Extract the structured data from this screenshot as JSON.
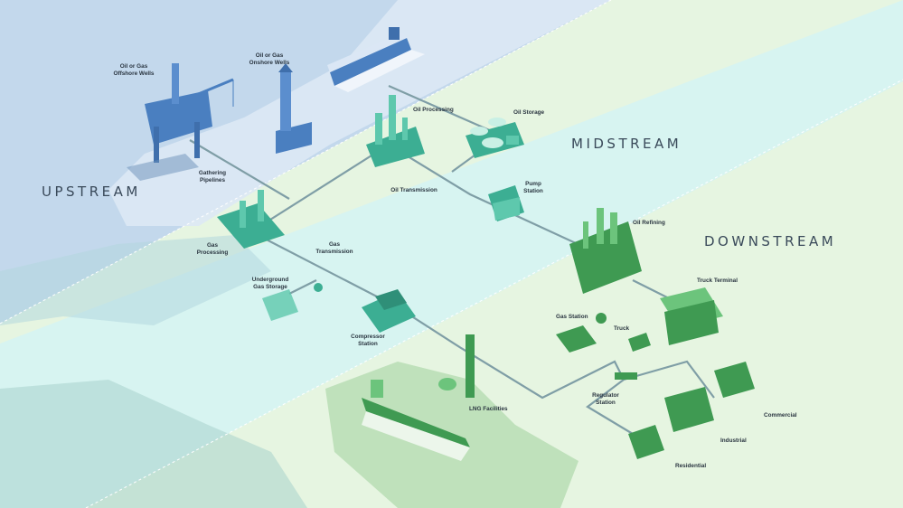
{
  "zones": {
    "upstream": "UPSTREAM",
    "midstream": "MIDSTREAM",
    "downstream": "DOWNSTREAM"
  },
  "labels": {
    "offshore_wells": "Oil or Gas\nOffshore Wells",
    "onshore_wells": "Oil or Gas\nOnshore Wells",
    "gathering_pipelines": "Gathering\nPipelines",
    "oil_processing": "Oil Processing",
    "oil_storage": "Oil Storage",
    "oil_transmission": "Oil Transmission",
    "pump_station": "Pump\nStation",
    "gas_processing": "Gas\nProcessing",
    "gas_transmission": "Gas\nTransmission",
    "underground_gas_storage": "Underground\nGas Storage",
    "compressor_station": "Compressor\nStation",
    "oil_refining": "Oil Refining",
    "truck_terminal": "Truck Terminal",
    "gas_station": "Gas Station",
    "truck": "Truck",
    "regulator_station": "Regulator\nStation",
    "lng_facilities": "LNG Facilities",
    "commercial": "Commercial",
    "industrial": "Industrial",
    "residential": "Residential"
  },
  "colors": {
    "upstream_water": "#c3d8ec",
    "midstream_bg": "#d7f4f1",
    "downstream_bg": "#e6f5e1",
    "upstream_structure": "#4a7fc0",
    "midstream_structure": "#3cae93",
    "downstream_structure": "#3f9a52",
    "pipeline": "#7f9ea6"
  }
}
